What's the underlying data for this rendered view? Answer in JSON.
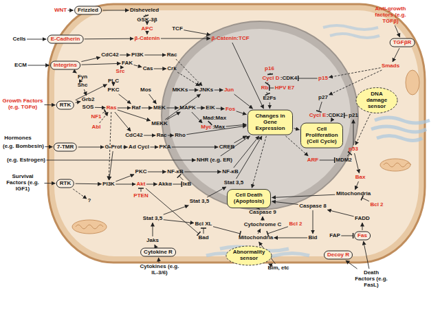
{
  "diagram": {
    "nodes": [
      {
        "text": [
          "WNT"
        ]
      },
      {
        "text": [
          "Frizzled"
        ]
      },
      {
        "text": [
          "Disheveled"
        ]
      },
      {
        "text": [
          "GSK-3β"
        ]
      },
      {
        "text": [
          "APC"
        ]
      },
      {
        "text": [
          "TCF"
        ]
      },
      {
        "text": [
          "β-Catenin"
        ]
      },
      {
        "text": [
          "β-Catenin:TCF"
        ]
      },
      {
        "text": [
          "Cells"
        ]
      },
      {
        "text": [
          "E-Cadherin"
        ]
      },
      {
        "text": [
          "ECM"
        ]
      },
      {
        "text": [
          "Integrins"
        ]
      },
      {
        "text": [
          "CdC42"
        ]
      },
      {
        "text": [
          "PI3K"
        ]
      },
      {
        "text": [
          "Rac"
        ]
      },
      {
        "text": [
          "FAK"
        ]
      },
      {
        "text": [
          "Src"
        ]
      },
      {
        "text": [
          "Cas"
        ]
      },
      {
        "text": [
          "Crk"
        ]
      },
      {
        "text": [
          "Fyn"
        ]
      },
      {
        "text": [
          "Shc"
        ]
      },
      {
        "text": [
          "PLC"
        ]
      },
      {
        "text": [
          "PKC"
        ]
      },
      {
        "text": [
          "Mos"
        ]
      },
      {
        "text": [
          "MKKs"
        ]
      },
      {
        "text": [
          "JNKs"
        ]
      },
      {
        "text": [
          "Jun"
        ]
      },
      {
        "text": [
          "Growth Factors (e.g. TGFα)"
        ]
      },
      {
        "text": [
          "RTK"
        ]
      },
      {
        "text": [
          "Grb2"
        ]
      },
      {
        "text": [
          "SOS"
        ]
      },
      {
        "text": [
          "NF1"
        ]
      },
      {
        "text": [
          "Ras"
        ]
      },
      {
        "text": [
          "Abl"
        ]
      },
      {
        "text": [
          "Raf"
        ]
      },
      {
        "text": [
          "MEK"
        ]
      },
      {
        "text": [
          "MAPK"
        ]
      },
      {
        "text": [
          "ElK"
        ]
      },
      {
        "text": [
          "Fos"
        ]
      },
      {
        "text": [
          "Mad:Max"
        ]
      },
      {
        "text": [
          "Myc"
        ]
      },
      {
        "text": [
          ":Max"
        ]
      },
      {
        "text": [
          "MEKK"
        ]
      },
      {
        "text": [
          "CdC42"
        ]
      },
      {
        "text": [
          "Rac"
        ]
      },
      {
        "text": [
          "Rho"
        ]
      },
      {
        "text": [
          "Hormones"
        ]
      },
      {
        "text": [
          "(e.g. Bombesin)"
        ]
      },
      {
        "text": [
          "7-TMR"
        ]
      },
      {
        "text": [
          "G-Prot"
        ]
      },
      {
        "text": [
          "Ad Cycl"
        ]
      },
      {
        "text": [
          "PKA"
        ]
      },
      {
        "text": [
          "CREB"
        ]
      },
      {
        "text": [
          "(e.g. Estrogen)"
        ]
      },
      {
        "text": [
          "NHR (e.g. ER)"
        ]
      },
      {
        "text": [
          "Survival Factors (e.g. IGF1)"
        ]
      },
      {
        "text": [
          "RTK"
        ]
      },
      {
        "text": [
          "PKC"
        ]
      },
      {
        "text": [
          "NF-κB"
        ]
      },
      {
        "text": [
          "NF-κB"
        ]
      },
      {
        "text": [
          "PI3K"
        ]
      },
      {
        "text": [
          "Akt"
        ]
      },
      {
        "text": [
          "Akkα"
        ]
      },
      {
        "text": [
          "IκB"
        ]
      },
      {
        "text": [
          "Stat 3,5"
        ]
      },
      {
        "text": [
          "PTEN"
        ]
      },
      {
        "text": [
          "?"
        ]
      },
      {
        "text": [
          "Stat 3,5"
        ]
      },
      {
        "text": [
          "Stat 3,5"
        ]
      },
      {
        "text": [
          "Jaks"
        ]
      },
      {
        "text": [
          "Cytokine R"
        ]
      },
      {
        "text": [
          "Cytokines (e.g. IL-3/6)"
        ]
      },
      {
        "text": [
          "Bcl XL"
        ]
      },
      {
        "text": [
          "Bad"
        ]
      },
      {
        "text": [
          "Cell Death (Apoptosis)"
        ]
      },
      {
        "text": [
          "Caspase 9"
        ]
      },
      {
        "text": [
          "Cytochrome C"
        ]
      },
      {
        "text": [
          "Bcl 2"
        ]
      },
      {
        "text": [
          "Mitochondria"
        ]
      },
      {
        "text": [
          "Abnormality sensor"
        ]
      },
      {
        "text": [
          "Bim, etc"
        ]
      },
      {
        "text": [
          "Caspase 8"
        ]
      },
      {
        "text": [
          "Bid"
        ]
      },
      {
        "text": [
          "Bcl 2"
        ]
      },
      {
        "text": [
          "FADD"
        ]
      },
      {
        "text": [
          "FAP"
        ]
      },
      {
        "text": [
          "Fas"
        ]
      },
      {
        "text": [
          "Decoy R"
        ]
      },
      {
        "text": [
          "Death Factors (e.g. FasL)"
        ]
      },
      {
        "text": [
          "Changes in Gene Expression"
        ]
      },
      {
        "text": [
          "p16"
        ]
      },
      {
        "text": [
          "Cycl D"
        ]
      },
      {
        "text": [
          ":CDK4"
        ]
      },
      {
        "text": [
          "p15"
        ]
      },
      {
        "text": [
          "Rb"
        ]
      },
      {
        "text": [
          "HPV E7"
        ]
      },
      {
        "text": [
          "E2Fs"
        ]
      },
      {
        "text": [
          "p27"
        ]
      },
      {
        "text": [
          "Cycl E"
        ]
      },
      {
        "text": [
          ":CDK2"
        ]
      },
      {
        "text": [
          "p21"
        ]
      },
      {
        "text": [
          "Cell Proliferation (Cell Cycle)"
        ]
      },
      {
        "text": [
          "DNA damage sensor"
        ]
      },
      {
        "text": [
          "p53"
        ]
      },
      {
        "text": [
          "ARF"
        ]
      },
      {
        "text": [
          "MDM2"
        ]
      },
      {
        "text": [
          "Bax"
        ]
      },
      {
        "text": [
          "Mitochondria"
        ]
      },
      {
        "text": [
          "Anti-growth factors (e.g. TGFβ)"
        ]
      },
      {
        "text": [
          "TGFβR"
        ]
      },
      {
        "text": [
          "Smads"
        ]
      }
    ],
    "edges": [
      {
        "from": 0,
        "to": 1,
        "arrow": "to"
      },
      {
        "from": 1,
        "to": 2,
        "arrow": "to"
      },
      {
        "from": 2,
        "to": 3,
        "arrow": "to"
      },
      {
        "from": 3,
        "to": 4,
        "arrow": "to"
      },
      {
        "from": 4,
        "to": 6,
        "arrow": "to"
      },
      {
        "from": 9,
        "to": 6,
        "arrow": "to"
      },
      {
        "from": 6,
        "to": 7,
        "arrow": "to"
      },
      {
        "from": 5,
        "to": 7,
        "arrow": "to"
      },
      {
        "from": 7,
        "to": 89,
        "arrow": "to"
      },
      {
        "from": 8,
        "to": 9,
        "arrow": "to"
      },
      {
        "from": 10,
        "to": 11,
        "arrow": "to"
      },
      {
        "from": 11,
        "to": 12,
        "arrow": "to"
      },
      {
        "from": 12,
        "to": 13,
        "arrow": "to"
      },
      {
        "from": 13,
        "to": 14,
        "arrow": "to"
      },
      {
        "from": 11,
        "to": 15,
        "arrow": "to"
      },
      {
        "from": 15,
        "to": 17,
        "arrow": "to"
      },
      {
        "from": 17,
        "to": 18,
        "arrow": "to"
      },
      {
        "from": 18,
        "to": 25,
        "arrow": "to"
      },
      {
        "from": 14,
        "to": 25,
        "arrow": "to"
      },
      {
        "from": 16,
        "to": 15,
        "arrow": "to"
      },
      {
        "from": 11,
        "to": 19,
        "arrow": "to"
      },
      {
        "from": 19,
        "to": 20,
        "arrow": "to"
      },
      {
        "from": 20,
        "to": 29,
        "arrow": "to"
      },
      {
        "from": 27,
        "to": 28,
        "arrow": "to"
      },
      {
        "from": 28,
        "to": 29,
        "arrow": "to"
      },
      {
        "from": 28,
        "to": 21,
        "arrow": "to"
      },
      {
        "from": 21,
        "to": 22,
        "arrow": "to"
      },
      {
        "from": 22,
        "to": 34,
        "arrow": "to"
      },
      {
        "from": 30,
        "to": 32,
        "arrow": "to"
      },
      {
        "from": 31,
        "to": 32,
        "arrow": "to"
      },
      {
        "from": 33,
        "to": 32,
        "arrow": "to"
      },
      {
        "from": 32,
        "to": 34,
        "arrow": "to"
      },
      {
        "from": 34,
        "to": 35,
        "arrow": "to"
      },
      {
        "from": 23,
        "to": 35,
        "arrow": "to"
      },
      {
        "from": 35,
        "to": 36,
        "arrow": "to"
      },
      {
        "from": 36,
        "to": 37,
        "arrow": "to"
      },
      {
        "from": 37,
        "to": 38,
        "arrow": "to"
      },
      {
        "from": 38,
        "to": 89,
        "arrow": "to"
      },
      {
        "from": 26,
        "to": 89,
        "arrow": "to"
      },
      {
        "from": 24,
        "to": 25,
        "arrow": "to"
      },
      {
        "from": 25,
        "to": 26,
        "arrow": "to"
      },
      {
        "from": 42,
        "to": 25,
        "arrow": "to"
      },
      {
        "from": 42,
        "to": 36,
        "arrow": "to"
      },
      {
        "from": 36,
        "to": 40,
        "arrow": "to"
      },
      {
        "from": 39,
        "to": 40,
        "arrow": "to"
      },
      {
        "from": 41,
        "to": 89,
        "arrow": "to"
      },
      {
        "from": 32,
        "to": 42,
        "arrow": "to"
      },
      {
        "from": 32,
        "to": 43,
        "arrow": "to"
      },
      {
        "from": 43,
        "to": 44,
        "arrow": "to"
      },
      {
        "from": 44,
        "to": 45,
        "arrow": "to"
      },
      {
        "from": 45,
        "to": 89,
        "arrow": "to"
      },
      {
        "from": 47,
        "to": 48,
        "arrow": "to"
      },
      {
        "from": 48,
        "to": 49,
        "arrow": "to"
      },
      {
        "from": 49,
        "to": 50,
        "arrow": "to"
      },
      {
        "from": 50,
        "to": 51,
        "arrow": "to"
      },
      {
        "from": 51,
        "to": 52,
        "arrow": "to"
      },
      {
        "from": 52,
        "to": 89,
        "arrow": "to"
      },
      {
        "from": 53,
        "to": 54,
        "arrow": "to"
      },
      {
        "from": 54,
        "to": 89,
        "arrow": "to"
      },
      {
        "from": 49,
        "to": 60,
        "arrow": "to"
      },
      {
        "from": 32,
        "to": 60,
        "arrow": "to"
      },
      {
        "from": 55,
        "to": 56,
        "arrow": "to"
      },
      {
        "from": 56,
        "to": 60,
        "arrow": "to"
      },
      {
        "from": 56,
        "to": 66,
        "arrow": "to"
      },
      {
        "from": 60,
        "to": 57,
        "arrow": "to"
      },
      {
        "from": 57,
        "to": 58,
        "arrow": "to"
      },
      {
        "from": 58,
        "to": 59,
        "arrow": "to"
      },
      {
        "from": 59,
        "to": 89,
        "arrow": "to"
      },
      {
        "from": 60,
        "to": 61,
        "arrow": "to"
      },
      {
        "from": 61,
        "to": 62,
        "arrow": "to"
      },
      {
        "from": 62,
        "to": 63,
        "arrow": "to"
      },
      {
        "from": 63,
        "to": 58,
        "arrow": "to"
      },
      {
        "from": 65,
        "to": 61,
        "arrow": "to"
      },
      {
        "from": 61,
        "to": 73,
        "arrow": "to"
      },
      {
        "from": 70,
        "to": 69,
        "arrow": "to"
      },
      {
        "from": 71,
        "to": 70,
        "arrow": "to"
      },
      {
        "from": 69,
        "to": 68,
        "arrow": "to"
      },
      {
        "from": 68,
        "to": 67,
        "arrow": "to"
      },
      {
        "from": 67,
        "to": 64,
        "arrow": "to"
      },
      {
        "from": 64,
        "to": 89,
        "arrow": "to"
      },
      {
        "from": 68,
        "to": 72,
        "arrow": "to"
      },
      {
        "from": 72,
        "to": 78,
        "arrow": "to"
      },
      {
        "from": 73,
        "to": 72,
        "arrow": "to"
      },
      {
        "from": 78,
        "to": 76,
        "arrow": "to"
      },
      {
        "from": 76,
        "to": 75,
        "arrow": "to"
      },
      {
        "from": 75,
        "to": 74,
        "arrow": "to"
      },
      {
        "from": 77,
        "to": 78,
        "arrow": "to"
      },
      {
        "from": 79,
        "to": 80,
        "arrow": "to"
      },
      {
        "from": 80,
        "to": 78,
        "arrow": "to"
      },
      {
        "from": 82,
        "to": 78,
        "arrow": "to"
      },
      {
        "from": 81,
        "to": 82,
        "arrow": "to"
      },
      {
        "from": 81,
        "to": 74,
        "arrow": "to"
      },
      {
        "from": 84,
        "to": 81,
        "arrow": "to"
      },
      {
        "from": 86,
        "to": 84,
        "arrow": "to"
      },
      {
        "from": 85,
        "to": 86,
        "arrow": "to"
      },
      {
        "from": 88,
        "to": 86,
        "arrow": "to"
      },
      {
        "from": 88,
        "to": 87,
        "arrow": "to"
      },
      {
        "from": 89,
        "to": 101,
        "arrow": "to"
      },
      {
        "from": 89,
        "to": 74,
        "arrow": "to"
      },
      {
        "from": 90,
        "to": 91,
        "arrow": "to"
      },
      {
        "from": 91,
        "to": 94,
        "arrow": "to"
      },
      {
        "from": 95,
        "to": 94,
        "arrow": "to"
      },
      {
        "from": 94,
        "to": 96,
        "arrow": "to"
      },
      {
        "from": 96,
        "to": 89,
        "arrow": "to"
      },
      {
        "from": 93,
        "to": 92,
        "arrow": "to"
      },
      {
        "from": 110,
        "to": 93,
        "arrow": "to"
      },
      {
        "from": 109,
        "to": 110,
        "arrow": "to"
      },
      {
        "from": 108,
        "to": 109,
        "arrow": "to"
      },
      {
        "from": 110,
        "to": 97,
        "arrow": "to"
      },
      {
        "from": 97,
        "to": 98,
        "arrow": "to"
      },
      {
        "from": 100,
        "to": 99,
        "arrow": "to"
      },
      {
        "from": 99,
        "to": 101,
        "arrow": "to"
      },
      {
        "from": 102,
        "to": 103,
        "arrow": "to"
      },
      {
        "from": 103,
        "to": 100,
        "arrow": "to"
      },
      {
        "from": 89,
        "to": 104,
        "arrow": "to"
      },
      {
        "from": 104,
        "to": 105,
        "arrow": "to"
      },
      {
        "from": 105,
        "to": 103,
        "arrow": "to"
      },
      {
        "from": 103,
        "to": 106,
        "arrow": "to"
      },
      {
        "from": 106,
        "to": 107,
        "arrow": "to"
      },
      {
        "from": 107,
        "to": 74,
        "arrow": "to"
      },
      {
        "from": 83,
        "to": 107,
        "arrow": "to"
      }
    ]
  }
}
